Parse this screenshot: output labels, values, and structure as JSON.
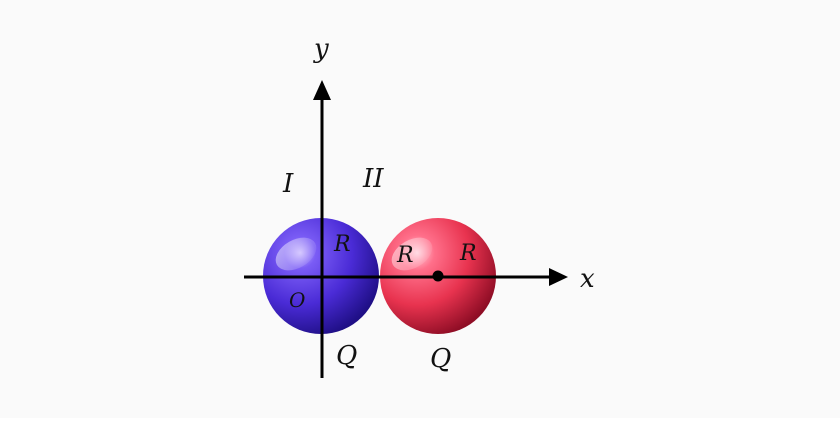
{
  "diagram": {
    "axes": {
      "x_label": "x",
      "y_label": "y",
      "origin_label": "O"
    },
    "regions": {
      "left_label": "I",
      "right_label": "II"
    },
    "spheres": [
      {
        "id": "left",
        "radius_label": "R",
        "charge_label": "Q",
        "color": "#4a2bd6"
      },
      {
        "id": "right",
        "radius_label_left": "R",
        "radius_label_right": "R",
        "charge_label": "Q",
        "color": "#e8334f"
      }
    ],
    "colors": {
      "axis": "#000000",
      "background": "#fafafa"
    }
  }
}
